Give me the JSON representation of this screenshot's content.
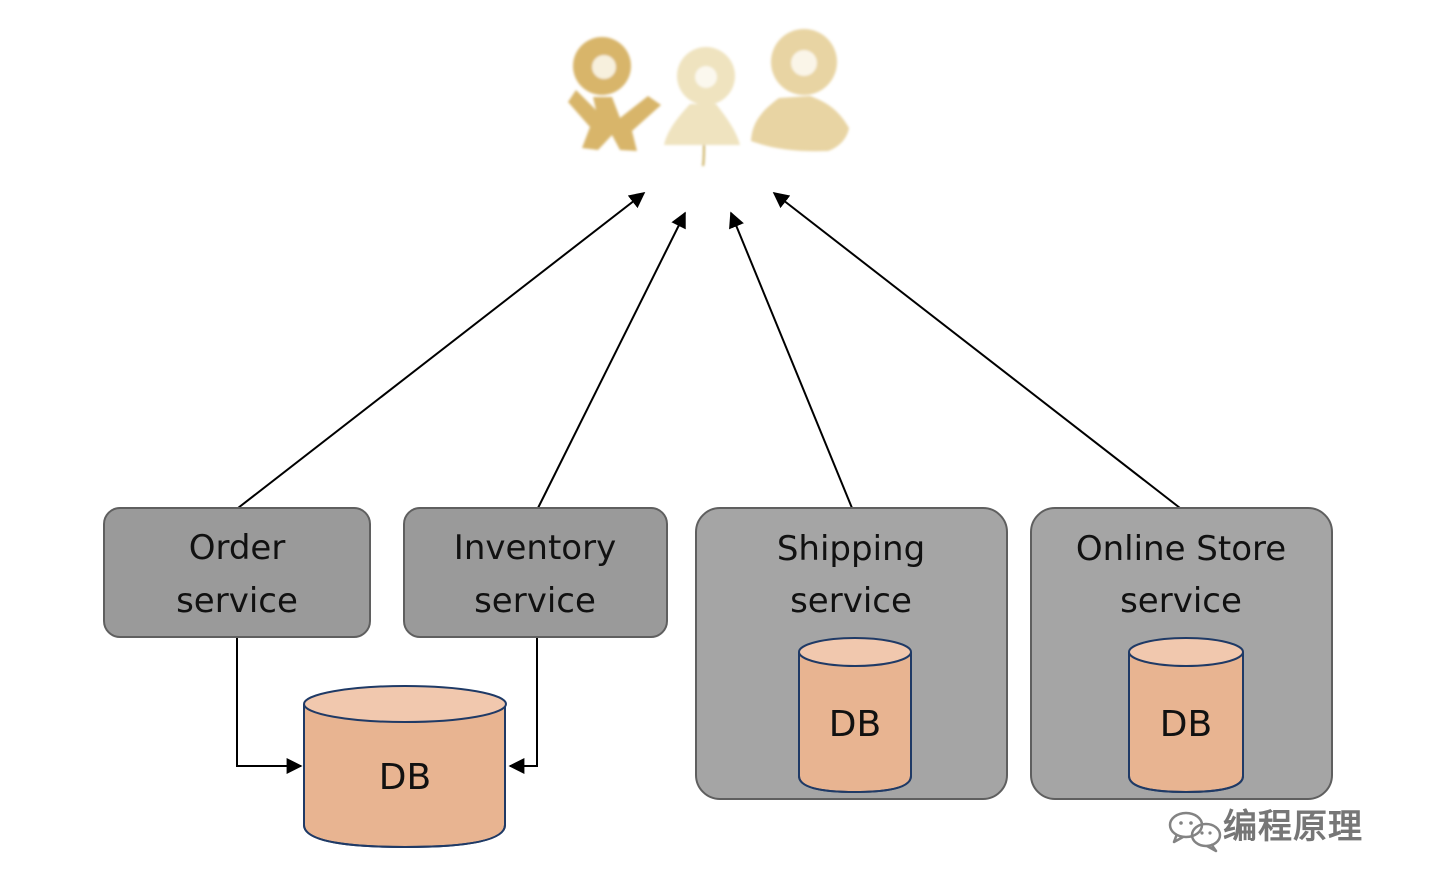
{
  "services": [
    {
      "id": "order",
      "line1": "Order",
      "line2": "service"
    },
    {
      "id": "inventory",
      "line1": "Inventory",
      "line2": "service"
    },
    {
      "id": "shipping",
      "line1": "Shipping",
      "line2": "service"
    },
    {
      "id": "online-store",
      "line1": "Online Store",
      "line2": "service"
    }
  ],
  "databases": {
    "shared": "DB",
    "shipping": "DB",
    "online_store": "DB"
  },
  "watermark": {
    "text": "编程原理",
    "icon": "wechat-icon"
  },
  "icons": {
    "users": "users-icon"
  },
  "colors": {
    "service_fill": "#9a9a9a",
    "service_border": "#5f5f5f",
    "container_fill": "#a5a5a5",
    "db_fill": "#e8b491",
    "db_top_fill": "#f1c8ae",
    "db_stroke": "#1f3a66",
    "arrow": "#000000",
    "users": [
      "#d8b56b",
      "#efe3bf",
      "#e8d4a3"
    ]
  }
}
